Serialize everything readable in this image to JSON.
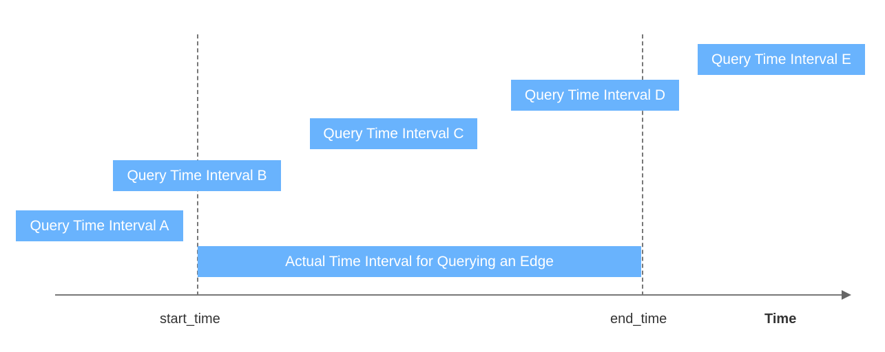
{
  "diagram": {
    "colors": {
      "box": "#69b3fd",
      "box_text": "#ffffff",
      "line": "#777777",
      "label": "#333333"
    },
    "query_intervals": [
      {
        "id": "A",
        "label": "Query Time Interval A"
      },
      {
        "id": "B",
        "label": "Query Time Interval B"
      },
      {
        "id": "C",
        "label": "Query Time Interval C"
      },
      {
        "id": "D",
        "label": "Query Time Interval D"
      },
      {
        "id": "E",
        "label": "Query Time Interval E"
      }
    ],
    "actual_interval": {
      "label": "Actual Time Interval for Querying an Edge"
    },
    "axis": {
      "start_label": "start_time",
      "end_label": "end_time",
      "title": "Time"
    }
  }
}
